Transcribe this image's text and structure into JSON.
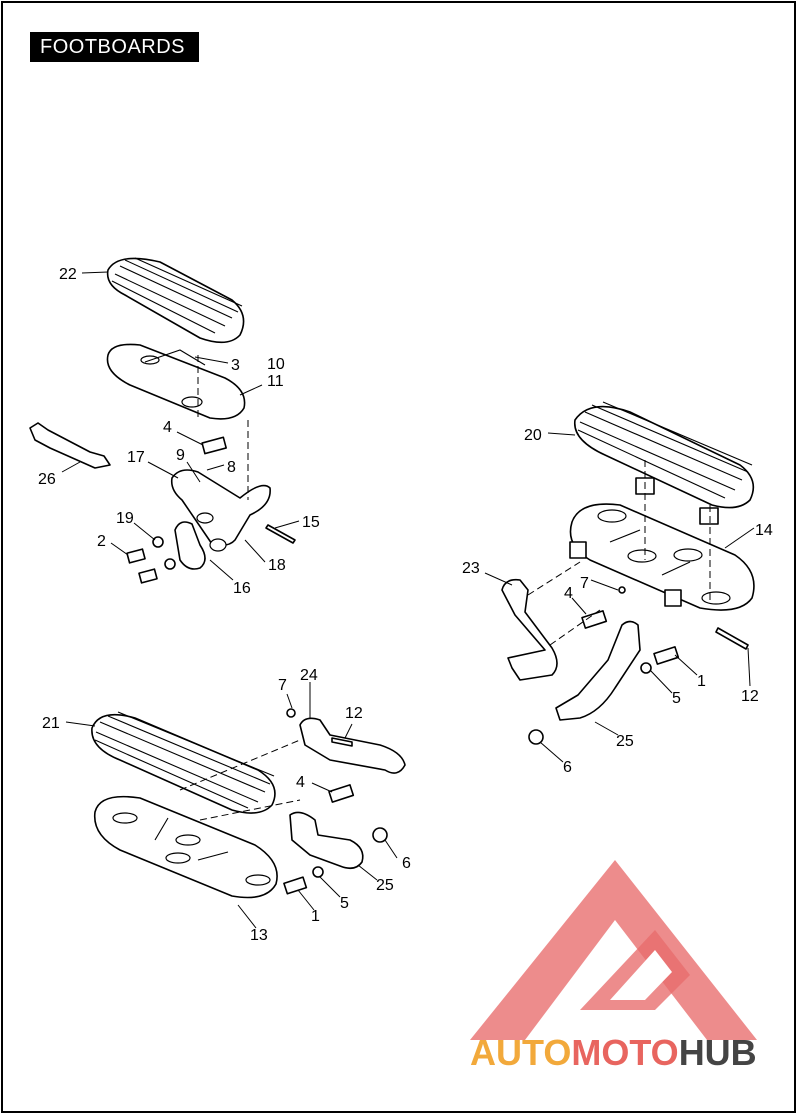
{
  "title": "FOOTBOARDS",
  "watermark": {
    "brand_a": "AUTO",
    "brand_b": "MOTO",
    "brand_c": "HUB",
    "color_a": "#f2a93b",
    "color_b": "#e8655f",
    "color_c": "#444444"
  },
  "callouts": {
    "c1a": "1",
    "c1b": "1",
    "c2": "2",
    "c3": "3",
    "c4a": "4",
    "c4b": "4",
    "c4c": "4",
    "c5a": "5",
    "c5b": "5",
    "c6a": "6",
    "c6b": "6",
    "c7a": "7",
    "c7b": "7",
    "c8": "8",
    "c9": "9",
    "c10": "10",
    "c11": "11",
    "c12a": "12",
    "c12b": "12",
    "c13": "13",
    "c14": "14",
    "c15": "15",
    "c16": "16",
    "c17": "17",
    "c18": "18",
    "c19": "19",
    "c20": "20",
    "c21": "21",
    "c22": "22",
    "c23": "23",
    "c24": "24",
    "c25a": "25",
    "c25b": "25",
    "c26": "26"
  }
}
